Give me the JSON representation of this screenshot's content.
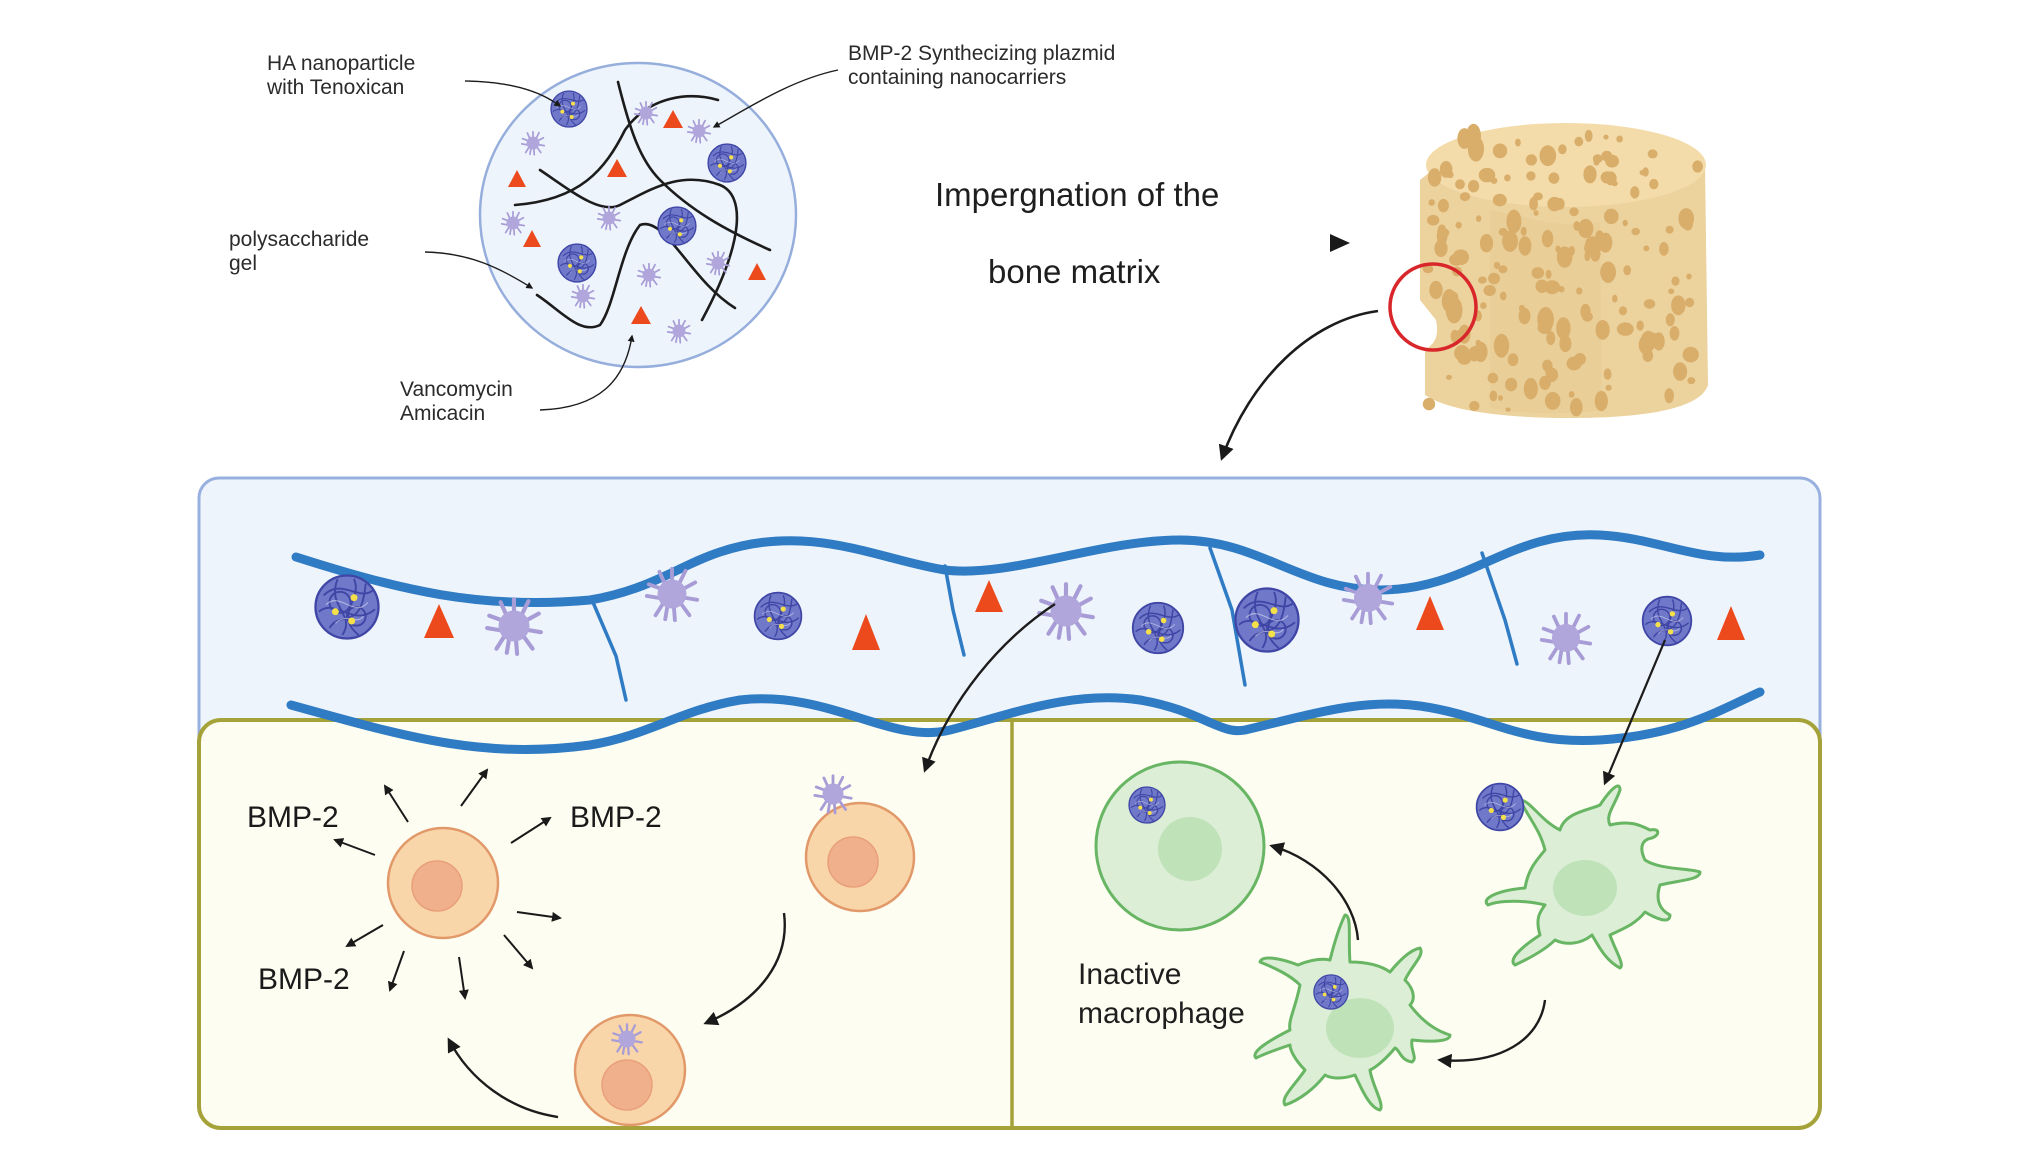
{
  "figure": {
    "title": "Drug-loaded bone matrix scaffold mechanism",
    "top_left_sphere": {
      "labels": {
        "ha_nanoparticle": [
          "HA nanoparticle",
          "with Tenoxican"
        ],
        "bmp2_plasmid": [
          "BMP-2 Synthecizing plazmid",
          "containing nanocarriers"
        ],
        "polysaccharide_gel": [
          "polysaccharide",
          "gel"
        ],
        "antibiotics": [
          "Vancomycin",
          "Amicacin"
        ]
      }
    },
    "process_arrow": {
      "label_line1": "Impergnation of the",
      "label_line2": "bone matrix"
    },
    "bone_matrix": {
      "highlight": "red-circle-magnifier"
    },
    "lower_left_panel": {
      "secreted_factor_labels": [
        "BMP-2",
        "BMP-2",
        "BMP-2"
      ]
    },
    "lower_right_panel": {
      "macrophage_label": [
        "Inactive",
        "macrophage"
      ]
    },
    "colors": {
      "tube_blue": "#2f7bc4",
      "upper_panel_bg": "#eef4fb",
      "upper_panel_border": "#97aede",
      "lower_panel_bg": "#fdfdf1",
      "lower_panel_border": "#a5a23a",
      "antibiotic_red": "#ec4a1c",
      "virus_purple": "#b0a6dc",
      "nanoparticle_blue": "#4a52b0",
      "cell_orange": "#f9d6aa",
      "cell_orange_border": "#e2996a",
      "nucleus_orange": "#f0b08b",
      "macrophage_green": "#dceed6",
      "macrophage_border": "#68b564",
      "macrophage_nucleus": "#bfe2b9",
      "bone_tan": "#efd49d",
      "bone_pore": "#d8ac69",
      "highlight_red": "#d8262a"
    }
  }
}
